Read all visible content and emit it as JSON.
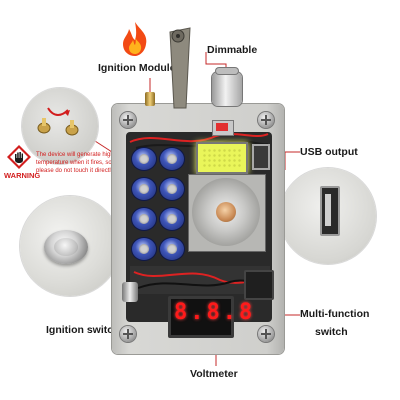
{
  "labels": {
    "ignition_module": "Ignition Module",
    "dimmable": "Dimmable",
    "usb_output": "USB output",
    "ignition_switch": "Ignition switch",
    "multi_function": "Multi-function",
    "multi_function_2": "switch",
    "voltmeter": "Voltmeter"
  },
  "warning": {
    "title": "WARNING",
    "line1": "The device will generate high",
    "line2": "temperature when it fires, so",
    "line3": "please do not touch it directly"
  },
  "voltmeter_display": "8.8.8",
  "colors": {
    "callout_line": "#c62828",
    "warning_red": "#d21e1e",
    "enclosure": "#c9c9c6",
    "capacitor_blue": "#2c3f98"
  },
  "icons": [
    "flame-icon",
    "hand-stop-icon"
  ]
}
